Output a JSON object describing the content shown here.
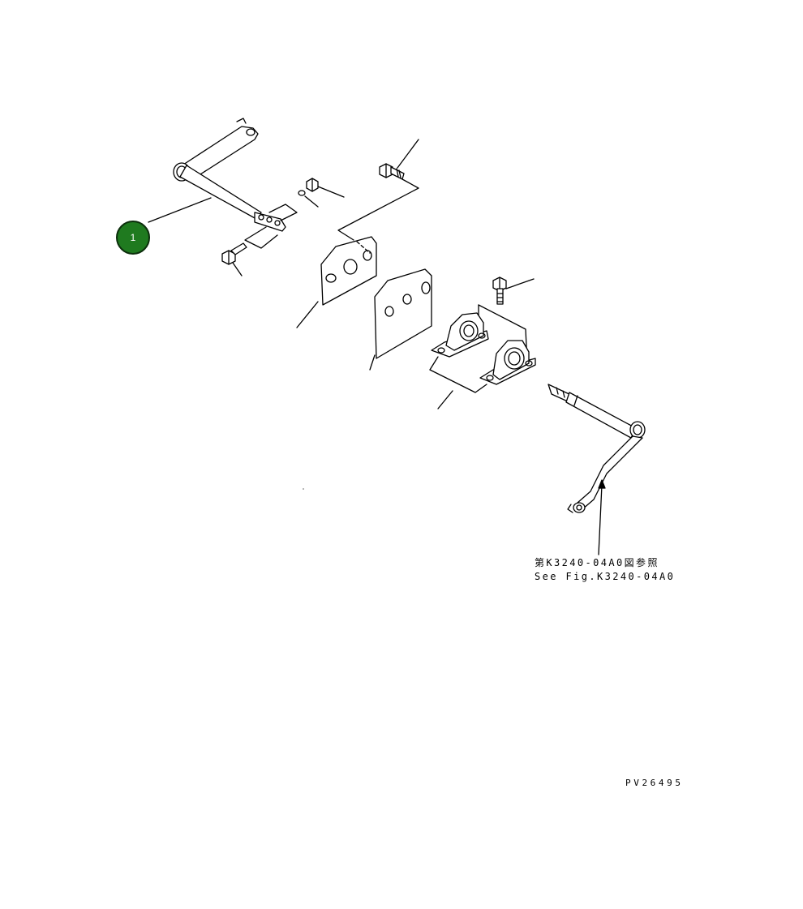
{
  "callouts": [
    {
      "number": "1",
      "color": "#1f7a1f"
    }
  ],
  "notes": {
    "reference_ja": "第K3240-04A0図参照",
    "reference_en": "See Fig.K3240-04A0"
  },
  "figure_id": "PV26495"
}
